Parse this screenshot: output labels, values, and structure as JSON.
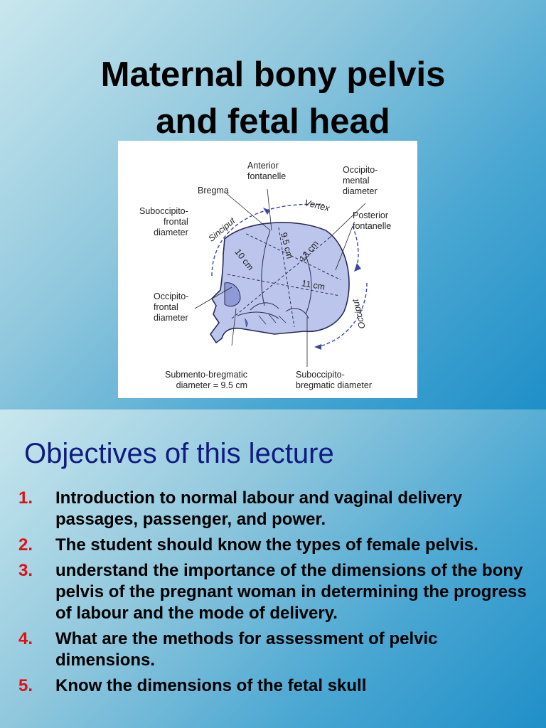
{
  "slide1": {
    "title_line1": "Maternal bony pelvis",
    "title_line2": "and fetal head",
    "figure": {
      "labels": {
        "anterior_fontanelle": "Anterior\nfontanelle",
        "occipito_mental": "Occipito-\nmental\ndiameter",
        "bregma": "Bregma",
        "vertex": "Vertex",
        "posterior_fontanelle": "Posterior\nfontanelle",
        "suboccipito_frontal": "Suboccipito-\nfrontal\ndiameter",
        "sinciput": "Sinciput",
        "d_9_5": "9.5 cm",
        "d_13": "13 cm",
        "d_10": "10 cm",
        "d_11": "11 cm",
        "occiput": "Occiput",
        "occipito_frontal": "Occipito-\nfrontal\ndiameter",
        "submento_bregmatic": "Submento-bregmatic\ndiameter = 9.5 cm",
        "suboccipito_bregmatic": "Suboccipito-\nbregmatic diameter"
      }
    }
  },
  "slide2": {
    "heading": "Objectives of this lecture",
    "items": [
      {
        "num": "1.",
        "text": "Introduction to normal labour and vaginal delivery passages, passenger, and power."
      },
      {
        "num": "2.",
        "text": "The student should know the types of female pelvis."
      },
      {
        "num": "3.",
        "text": "understand the importance of the dimensions of the bony pelvis of the pregnant woman in determining the progress of labour and the mode of delivery."
      },
      {
        "num": "4.",
        "text": "What are the methods for assessment of pelvic dimensions."
      },
      {
        "num": "5.",
        "text": "Know the dimensions of the fetal skull"
      }
    ]
  }
}
